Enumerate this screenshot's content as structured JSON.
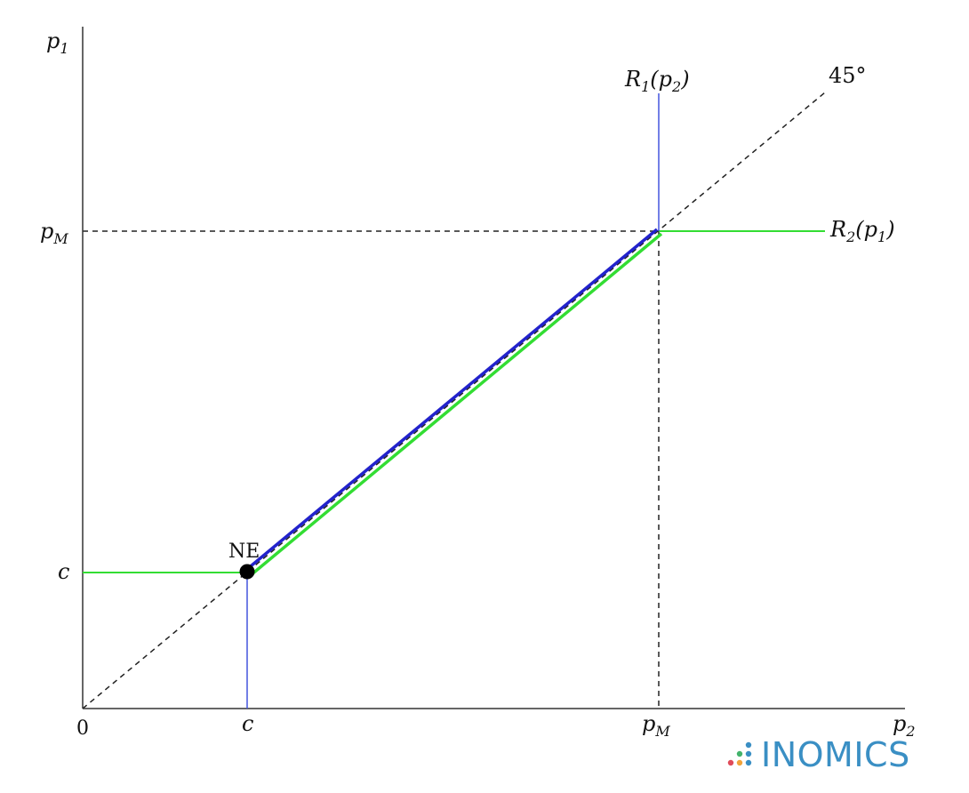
{
  "axes": {
    "y_label": {
      "main": "p",
      "sub": "1"
    },
    "x_label": {
      "main": "p",
      "sub": "2"
    },
    "origin": "0"
  },
  "ticks": {
    "x": [
      {
        "main": "c",
        "sub": ""
      },
      {
        "main": "p",
        "sub": "M"
      }
    ],
    "y": [
      {
        "main": "p",
        "sub": "M"
      },
      {
        "main": "c",
        "sub": ""
      }
    ]
  },
  "curves": {
    "r1": {
      "main": "R",
      "sub": "1",
      "arg_main": "p",
      "arg_sub": "2",
      "color": "#2233cc"
    },
    "r2": {
      "main": "R",
      "sub": "2",
      "arg_main": "p",
      "arg_sub": "1",
      "color": "#33dd33"
    }
  },
  "diagonal_label": "45°",
  "equilibrium_label": "NE",
  "brand": {
    "name": "INOMICS",
    "dot_colors": [
      "#e04b5a",
      "#f2a43a",
      "#3a8fc4",
      "#43b36b",
      "#3a8fc4"
    ]
  }
}
